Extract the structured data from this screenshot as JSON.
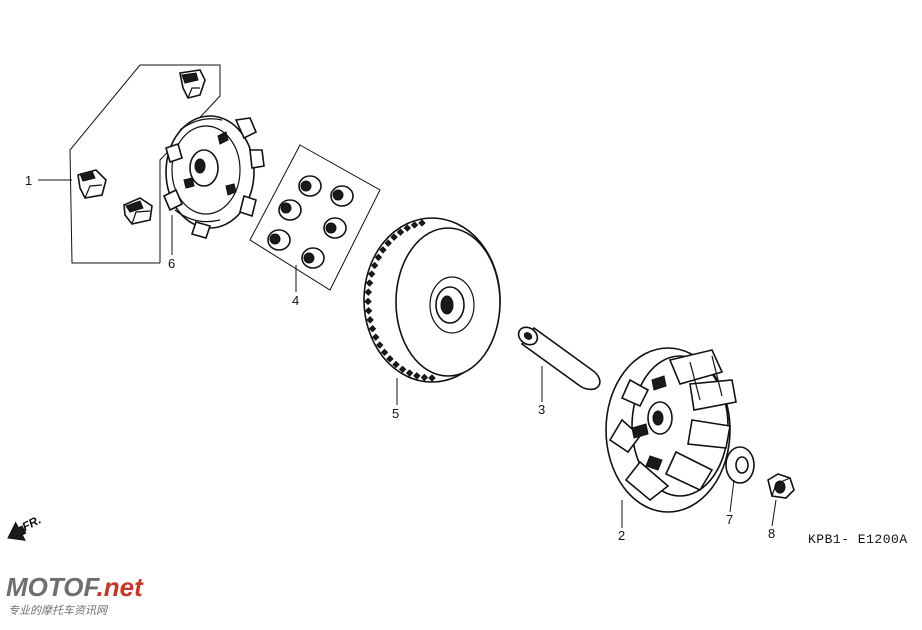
{
  "callouts": [
    {
      "id": "1",
      "label": "1"
    },
    {
      "id": "2",
      "label": "2"
    },
    {
      "id": "3",
      "label": "3"
    },
    {
      "id": "4",
      "label": "4"
    },
    {
      "id": "5",
      "label": "5"
    },
    {
      "id": "6",
      "label": "6"
    },
    {
      "id": "7",
      "label": "7"
    },
    {
      "id": "8",
      "label": "8"
    }
  ],
  "diagram_code": "KPB1- E1200A",
  "direction_marker": "FR.",
  "watermark": {
    "brand": "MOTOF",
    "brand_suffix": ".net",
    "tagline": "专业的摩托车资讯网"
  },
  "colors": {
    "line": "#111111",
    "watermark_main": "#6e6e6e",
    "watermark_accent": "#c0392b"
  }
}
